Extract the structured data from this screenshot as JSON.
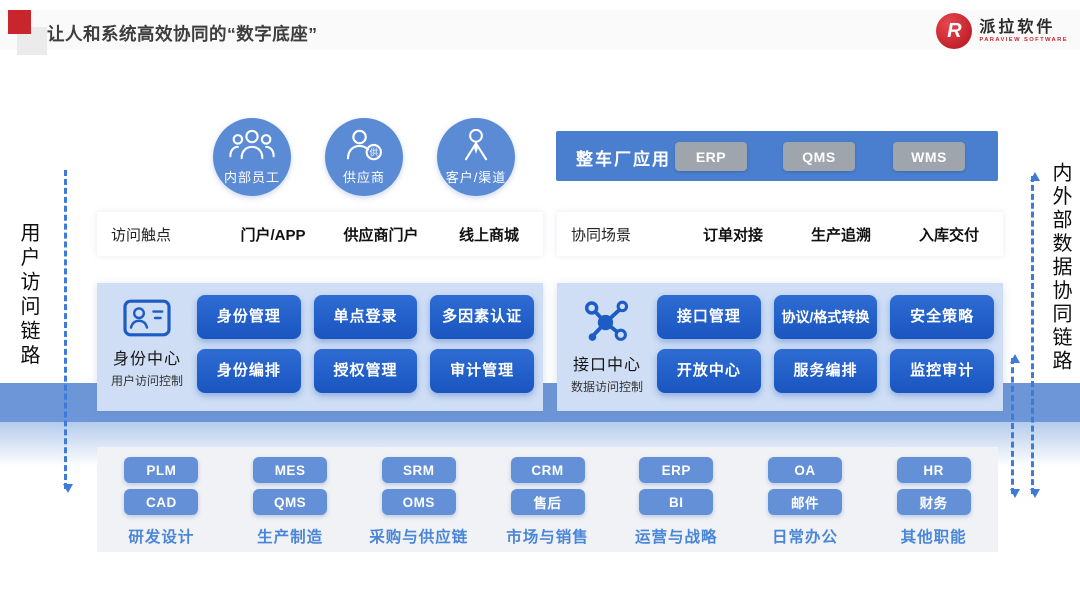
{
  "header": {
    "title": "让人和系统高效协同的“数字底座”",
    "logo": {
      "name": "派拉软件",
      "subtitle": "PARAVIEW SOFTWARE"
    }
  },
  "side_labels": {
    "left": "用户访问链路",
    "right": "内外部数据协同链路"
  },
  "actors": [
    {
      "icon": "employees-icon",
      "label": "内部员工"
    },
    {
      "icon": "supplier-icon",
      "label": "供应商"
    },
    {
      "icon": "customer-icon",
      "label": "客户/渠道"
    }
  ],
  "oem": {
    "label": "整车厂应用",
    "apps": [
      "ERP",
      "QMS",
      "WMS"
    ]
  },
  "touchpoints": {
    "label": "访问触点",
    "items": [
      "门户/APP",
      "供应商门户",
      "线上商城"
    ]
  },
  "scenarios": {
    "label": "协同场景",
    "items": [
      "订单对接",
      "生产追溯",
      "入库交付"
    ]
  },
  "identity_center": {
    "title": "身份中心",
    "subtitle": "用户访问控制",
    "buttons": [
      "身份管理",
      "单点登录",
      "多因素认证",
      "身份编排",
      "授权管理",
      "审计管理"
    ]
  },
  "interface_center": {
    "title": "接口中心",
    "subtitle": "数据访问控制",
    "buttons": [
      "接口管理",
      "协议/格式转换",
      "安全策略",
      "开放中心",
      "服务编排",
      "监控审计"
    ]
  },
  "systems": [
    {
      "apps": [
        "PLM",
        "CAD"
      ],
      "label": "研发设计"
    },
    {
      "apps": [
        "MES",
        "QMS"
      ],
      "label": "生产制造"
    },
    {
      "apps": [
        "SRM",
        "OMS"
      ],
      "label": "采购与供应链"
    },
    {
      "apps": [
        "CRM",
        "售后"
      ],
      "label": "市场与销售"
    },
    {
      "apps": [
        "ERP",
        "BI"
      ],
      "label": "运营与战略"
    },
    {
      "apps": [
        "OA",
        "邮件"
      ],
      "label": "日常办公"
    },
    {
      "apps": [
        "HR",
        "财务"
      ],
      "label": "其他职能"
    }
  ],
  "colors": {
    "accent-red": "#c9252c",
    "circle-blue": "#5b8bd5",
    "mid-blue": "#4a7fd0",
    "dark-blue": "#1d5cc5",
    "panel-blue": "#cfdef5",
    "band-blue": "#6d96d8",
    "chip-blue": "#6390d6",
    "label-blue": "#4a86d8",
    "arrow-blue": "#3d7bd9",
    "gray-chip": "#9fa5ac"
  }
}
